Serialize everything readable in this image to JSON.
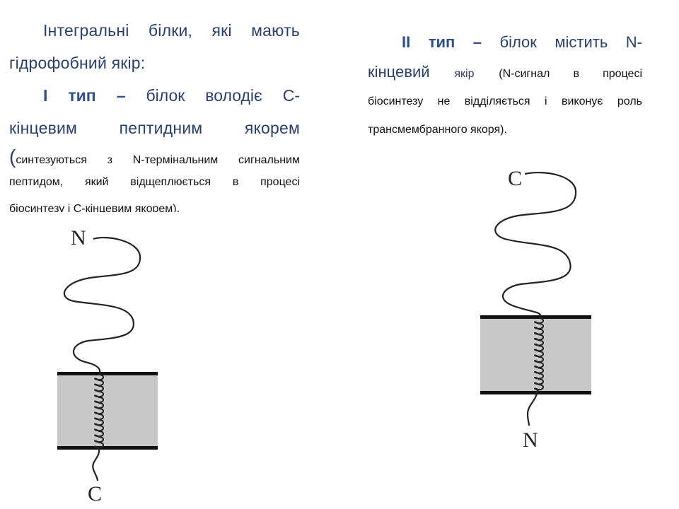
{
  "left": {
    "intro_line1": "Інтегральні білки, які мають",
    "intro_line2": "гідрофобний якір:",
    "type1_label": "I тип",
    "type1_dash": "–",
    "type1_rest_line": "білок володіє С-",
    "type1_line2": "кінцевим пептидним якорем",
    "type1_paren_open": "(",
    "type1_small_line1": "синтезуються з N-термінальним сигнальним",
    "type1_small_line2": "пептидом, який відщеплюється в процесі",
    "type1_small_line3": "біосинтезу і С-кінцевим якорем)."
  },
  "right": {
    "type2_label": "II тип",
    "type2_dash": "–",
    "type2_rest_line": "білок містить N-",
    "type2_line2_big": "кінцевий",
    "type2_line2_small": "якір",
    "type2_line2_rest": "(N-сигнал в процесі",
    "type2_line3": "біосинтезу не відділяється і виконує роль",
    "type2_line4": "трансмембранного якоря)."
  },
  "diagram_left": {
    "top_terminus": "N",
    "bottom_terminus": "C"
  },
  "diagram_right": {
    "top_terminus": "C",
    "bottom_terminus": "N"
  },
  "colors": {
    "text_heading": "#2a3f6a",
    "text_bold": "#2e4d8c",
    "membrane_fill": "#c8c8c8",
    "membrane_border": "#111111"
  }
}
